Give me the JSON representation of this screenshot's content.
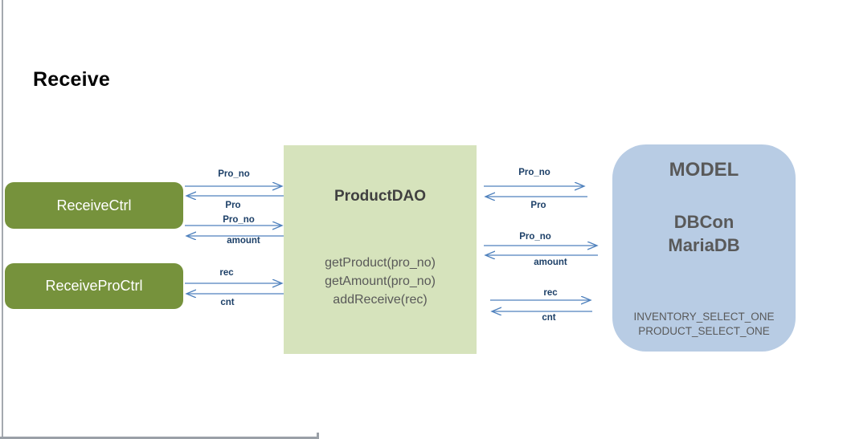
{
  "page": {
    "title": "Receive"
  },
  "nodes": {
    "receive_ctrl": {
      "label": "ReceiveCtrl"
    },
    "receive_pro_ctrl": {
      "label": "ReceiveProCtrl"
    },
    "product_dao": {
      "title": "ProductDAO",
      "methods": [
        "getProduct(pro_no)",
        "getAmount(pro_no)",
        "addReceive(rec)"
      ]
    },
    "model": {
      "title": "MODEL",
      "lines": [
        "DBCon",
        "MariaDB"
      ],
      "queries": [
        "INVENTORY_SELECT_ONE",
        "PRODUCT_SELECT_ONE"
      ]
    }
  },
  "arrows": {
    "left": [
      {
        "label": "Pro_no",
        "direction": "right"
      },
      {
        "label": "Pro",
        "direction": "left"
      },
      {
        "label": "Pro_no",
        "direction": "right"
      },
      {
        "label": "amount",
        "direction": "left"
      },
      {
        "label": "rec",
        "direction": "right"
      },
      {
        "label": "cnt",
        "direction": "left"
      }
    ],
    "right": [
      {
        "label": "Pro_no",
        "direction": "right"
      },
      {
        "label": "Pro",
        "direction": "left"
      },
      {
        "label": "Pro_no",
        "direction": "right"
      },
      {
        "label": "amount",
        "direction": "left"
      },
      {
        "label": "rec",
        "direction": "right"
      },
      {
        "label": "cnt",
        "direction": "left"
      }
    ]
  },
  "colors": {
    "ctrl_box": "#76923C",
    "dao_box": "#D6E3BC",
    "model_box": "#B8CCE4",
    "arrow": "#4F81BD",
    "arrow_label": "#1d4068",
    "dao_title_text": "#404040",
    "body_text": "#595959",
    "page_edge": "#9aa0a7"
  }
}
